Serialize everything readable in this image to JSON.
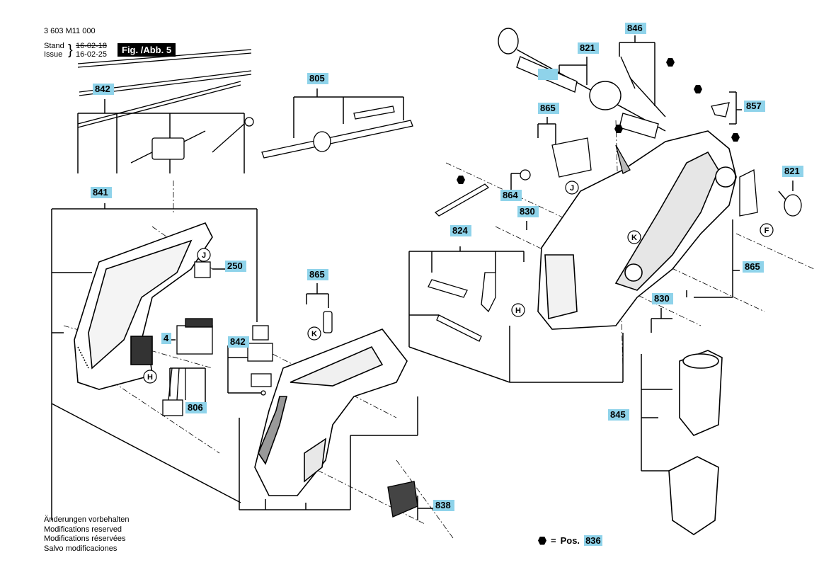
{
  "header": {
    "doc_number": "3 603 M11 000",
    "stand_label": "Stand",
    "stand_date": "16-02-18",
    "issue_label": "Issue",
    "issue_date": "16-02-25",
    "figure": "Fig. /Abb. 5"
  },
  "part_labels": [
    "842",
    "805",
    "841",
    "250",
    "4",
    "806",
    "842",
    "865",
    "838",
    "846",
    "821",
    "857",
    "865",
    "864",
    "830",
    "824",
    "821",
    "865",
    "830",
    "845"
  ],
  "callout_letters": [
    "J",
    "H",
    "K",
    "J",
    "K",
    "H",
    "F"
  ],
  "notes": [
    "Änderungen vorbehalten",
    "Modifications reserved",
    "Modifications réservées",
    "Salvo modificaciones"
  ],
  "legend": {
    "eq": "=",
    "pos": "Pos.",
    "value": "836"
  },
  "colors": {
    "label_bg": "#8fd3ea",
    "line": "#000000",
    "part_fill": "#ffffff",
    "dark": "#222222"
  }
}
